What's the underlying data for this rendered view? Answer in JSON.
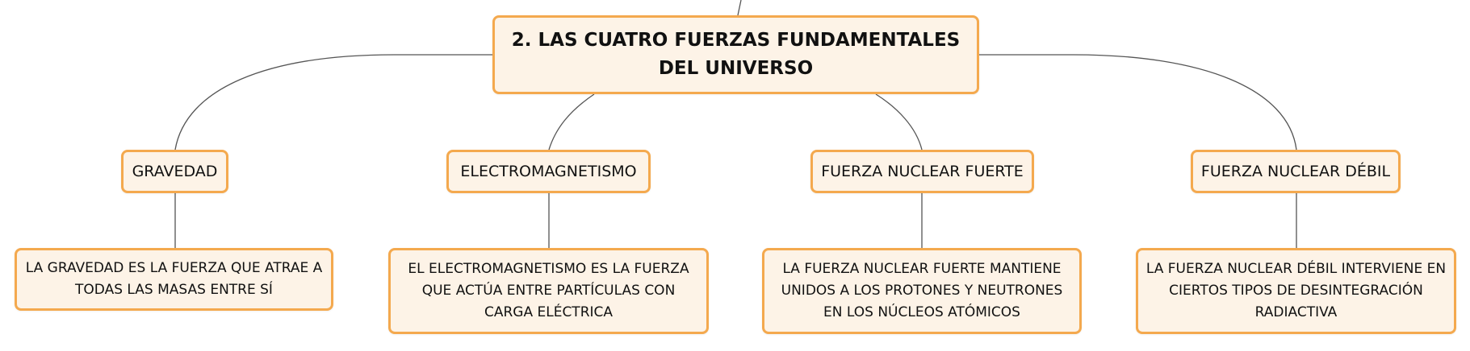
{
  "root": {
    "label": "2. LAS CUATRO FUERZAS FUNDAMENTALES DEL UNIVERSO"
  },
  "branches": [
    {
      "label": "GRAVEDAD",
      "description": "LA GRAVEDAD ES LA FUERZA QUE ATRAE A TODAS LAS MASAS ENTRE SÍ"
    },
    {
      "label": "ELECTROMAGNETISMO",
      "description": "EL ELECTROMAGNETISMO ES LA FUERZA QUE ACTÚA ENTRE PARTÍCULAS CON CARGA ELÉCTRICA"
    },
    {
      "label": "FUERZA NUCLEAR FUERTE",
      "description": "LA FUERZA NUCLEAR FUERTE MANTIENE UNIDOS A LOS PROTONES Y NEUTRONES EN LOS NÚCLEOS ATÓMICOS"
    },
    {
      "label": "FUERZA NUCLEAR DÉBIL",
      "description": "LA FUERZA NUCLEAR DÉBIL INTERVIENE EN CIERTOS TIPOS DE DESINTEGRACIÓN RADIACTIVA"
    }
  ],
  "colors": {
    "node_border": "#f4a94e",
    "node_fill": "#fdf3e7",
    "connector": "#555555",
    "text": "#111111"
  }
}
